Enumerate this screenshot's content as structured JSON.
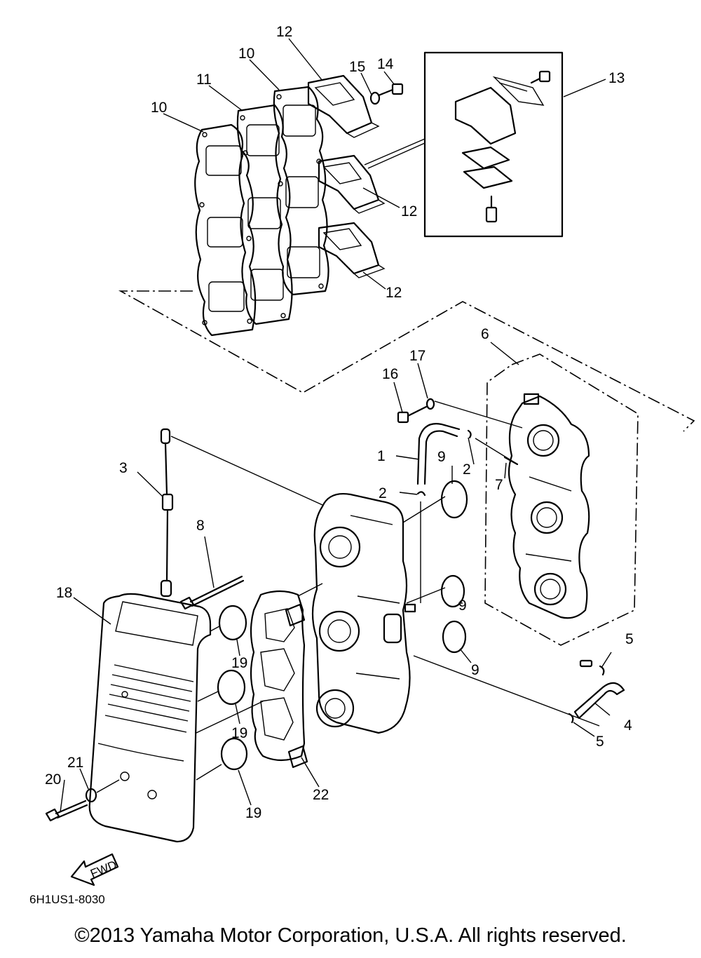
{
  "diagram": {
    "drawing_code": "6H1US1-8030",
    "fwd_label": "FWD",
    "callouts": [
      "1",
      "2",
      "2",
      "3",
      "4",
      "5",
      "5",
      "6",
      "7",
      "8",
      "9",
      "9",
      "9",
      "10",
      "10",
      "11",
      "12",
      "12",
      "12",
      "13",
      "14",
      "15",
      "16",
      "17",
      "18",
      "19",
      "19",
      "19",
      "20",
      "21",
      "22"
    ]
  },
  "footer": {
    "copyright": "©2013 Yamaha Motor Corporation, U.S.A. All rights reserved."
  }
}
